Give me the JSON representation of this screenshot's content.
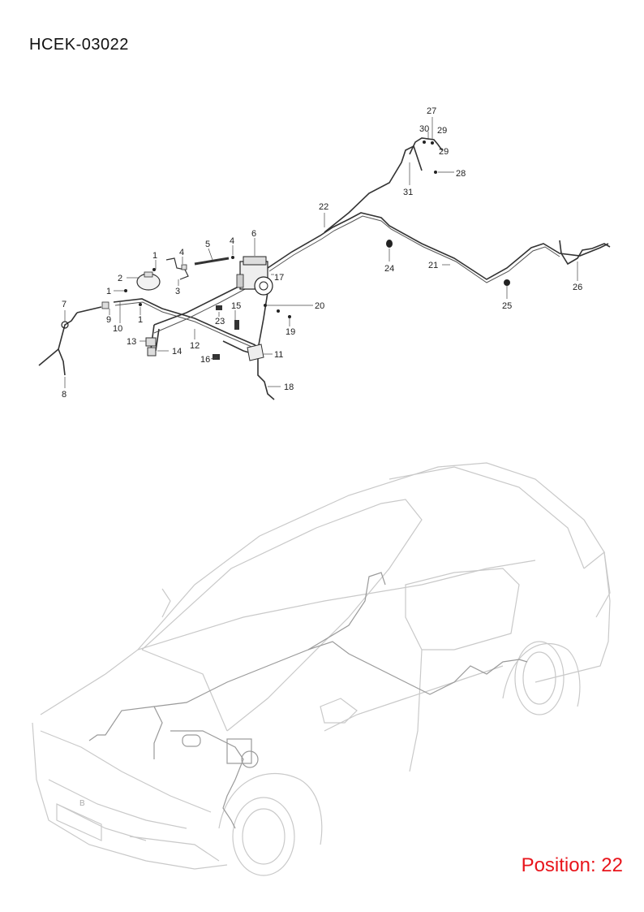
{
  "header": {
    "doc_code": "HCEK-03022"
  },
  "footer": {
    "position_label": "Position: 22"
  },
  "callouts": {
    "c1a": "1",
    "c1b": "1",
    "c1c": "1",
    "c2": "2",
    "c3": "3",
    "c4a": "4",
    "c4b": "4",
    "c5": "5",
    "c6": "6",
    "c7": "7",
    "c8": "8",
    "c9": "9",
    "c10": "10",
    "c11": "11",
    "c12": "12",
    "c13": "13",
    "c14": "14",
    "c15": "15",
    "c16": "16",
    "c17": "17",
    "c18": "18",
    "c19": "19",
    "c20": "20",
    "c21": "21",
    "c22": "22",
    "c23": "23",
    "c24": "24",
    "c25": "25",
    "c26": "26",
    "c27": "27",
    "c28": "28",
    "c29a": "29",
    "c29b": "29",
    "c30": "30",
    "c31": "31"
  },
  "colors": {
    "position_text": "#e8141b",
    "linework": "#333333",
    "car_outline": "#c9c9c9"
  }
}
